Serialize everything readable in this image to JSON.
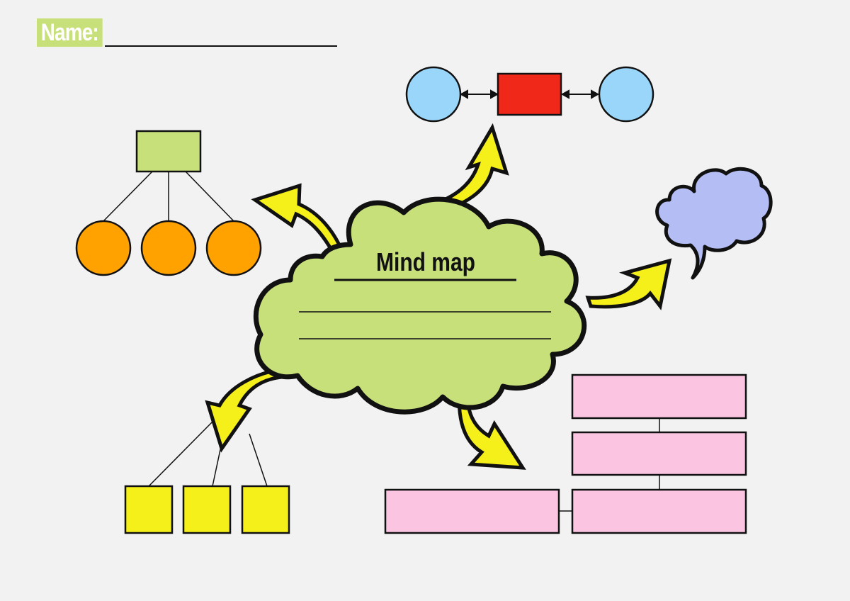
{
  "header": {
    "name_label": "Name:",
    "name_value": ""
  },
  "central_topic": {
    "title": "Mind map",
    "lines": [
      "",
      "",
      ""
    ]
  },
  "colors": {
    "background": "#f2f2f2",
    "name_badge": "#c8e07a",
    "cloud_fill": "#c8e07a",
    "arrow_fill": "#f5ef1a",
    "blue_circle": "#99d6fa",
    "red_box": "#f0281a",
    "green_box": "#c8e07a",
    "orange_circle": "#ffa200",
    "speech_bubble": "#b4bef5",
    "yellow_box": "#f5ef1a",
    "pink_box": "#fbc5e2",
    "stroke": "#111111"
  },
  "branches": {
    "top_chain": {
      "nodes": [
        "circle",
        "rectangle",
        "circle"
      ],
      "connectors": "double-arrow"
    },
    "left_tree": {
      "parent": "rectangle",
      "children": [
        "circle",
        "circle",
        "circle"
      ]
    },
    "bottom_left_tree": {
      "children": [
        "square",
        "square",
        "square"
      ]
    },
    "bottom_right_tree": {
      "boxes": 4
    },
    "right_bubble": {
      "shape": "speech-bubble"
    }
  }
}
